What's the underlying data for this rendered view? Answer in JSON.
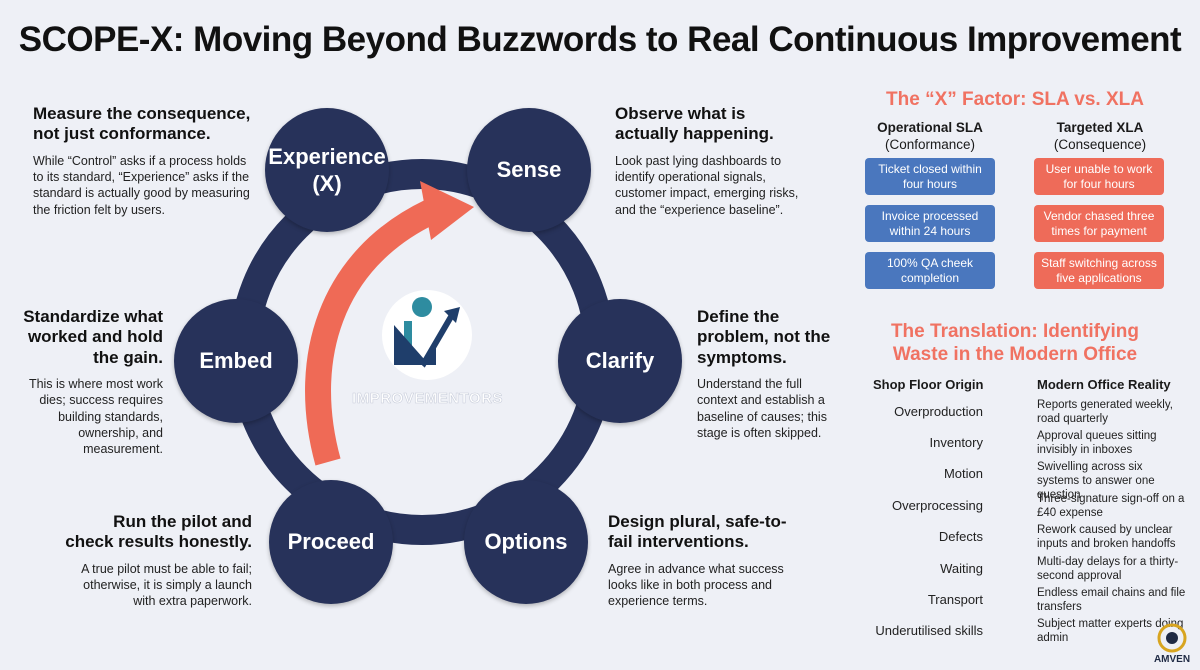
{
  "title": "SCOPE-X: Moving Beyond Buzzwords to Real Continuous Improvement",
  "cycle": {
    "experience": {
      "node": "Experience\n(X)",
      "heading": "Measure the consequence, not just conformance.",
      "text": "While “Control” asks if a process holds to its standard, “Experience” asks if the standard is actually good by measuring the friction felt by users."
    },
    "sense": {
      "node": "Sense",
      "heading": "Observe what is actually happening.",
      "text": "Look past lying dashboards to identify operational signals, customer impact, emerging risks, and the “experience baseline”."
    },
    "clarify": {
      "node": "Clarify",
      "heading": "Define the problem, not the symptoms.",
      "text": "Understand the full context and establish a baseline of causes; this stage is often skipped."
    },
    "options": {
      "node": "Options",
      "heading": "Design plural, safe-to-fail interventions.",
      "text": "Agree in advance what success looks like in both process and experience terms."
    },
    "proceed": {
      "node": "Proceed",
      "heading": "Run the pilot and check results honestly.",
      "text": "A true pilot must be able to fail; otherwise, it is simply a launch with extra paperwork."
    },
    "embed": {
      "node": "Embed",
      "heading": "Standardize what worked and hold the gain.",
      "text": "This is where most work dies; success requires building standards, ownership, and measurement."
    }
  },
  "logo": {
    "text": "IMPROVEMENTORS"
  },
  "xfactor": {
    "title": "The “X” Factor: SLA vs. XLA",
    "left_head": "Operational SLA",
    "left_sub": "(Conformance)",
    "right_head": "Targeted XLA",
    "right_sub": "(Consequence)",
    "sla": [
      "Ticket closed within four hours",
      "Invoice processed within 24 hours",
      "100% QA cheek completion"
    ],
    "xla": [
      "User unable to work for four hours",
      "Vendor chased three times for payment",
      "Staff switching across five applications"
    ],
    "colors": {
      "sla": "#4a77be",
      "xla": "#ee6b59"
    }
  },
  "translation": {
    "title": "The Translation: Identifying Waste in the Modern Office",
    "col_left": "Shop Floor Origin",
    "col_right": "Modern Office Reality",
    "rows": [
      {
        "origin": "Overproduction",
        "reality": "Reports generated weekly, road quarterly"
      },
      {
        "origin": "Inventory",
        "reality": "Approval queues sitting invisibly in inboxes"
      },
      {
        "origin": "Motion",
        "reality": "Swivelling across six systems to answer one question"
      },
      {
        "origin": "Overprocessing",
        "reality": "Three-signature sign-off on a £40 expense"
      },
      {
        "origin": "Defects",
        "reality": "Rework caused by unclear inputs and broken handoffs"
      },
      {
        "origin": "Waiting",
        "reality": "Multi-day delays for a thirty-second approval"
      },
      {
        "origin": "Transport",
        "reality": "Endless email chains and file transfers"
      },
      {
        "origin": "Underutilised skills",
        "reality": "Subject matter experts doing admin"
      }
    ]
  },
  "badge": {
    "text": "AMVEN"
  },
  "colors": {
    "node": "#27325a",
    "accent": "#f07262",
    "arrow": "#ef6a56"
  }
}
